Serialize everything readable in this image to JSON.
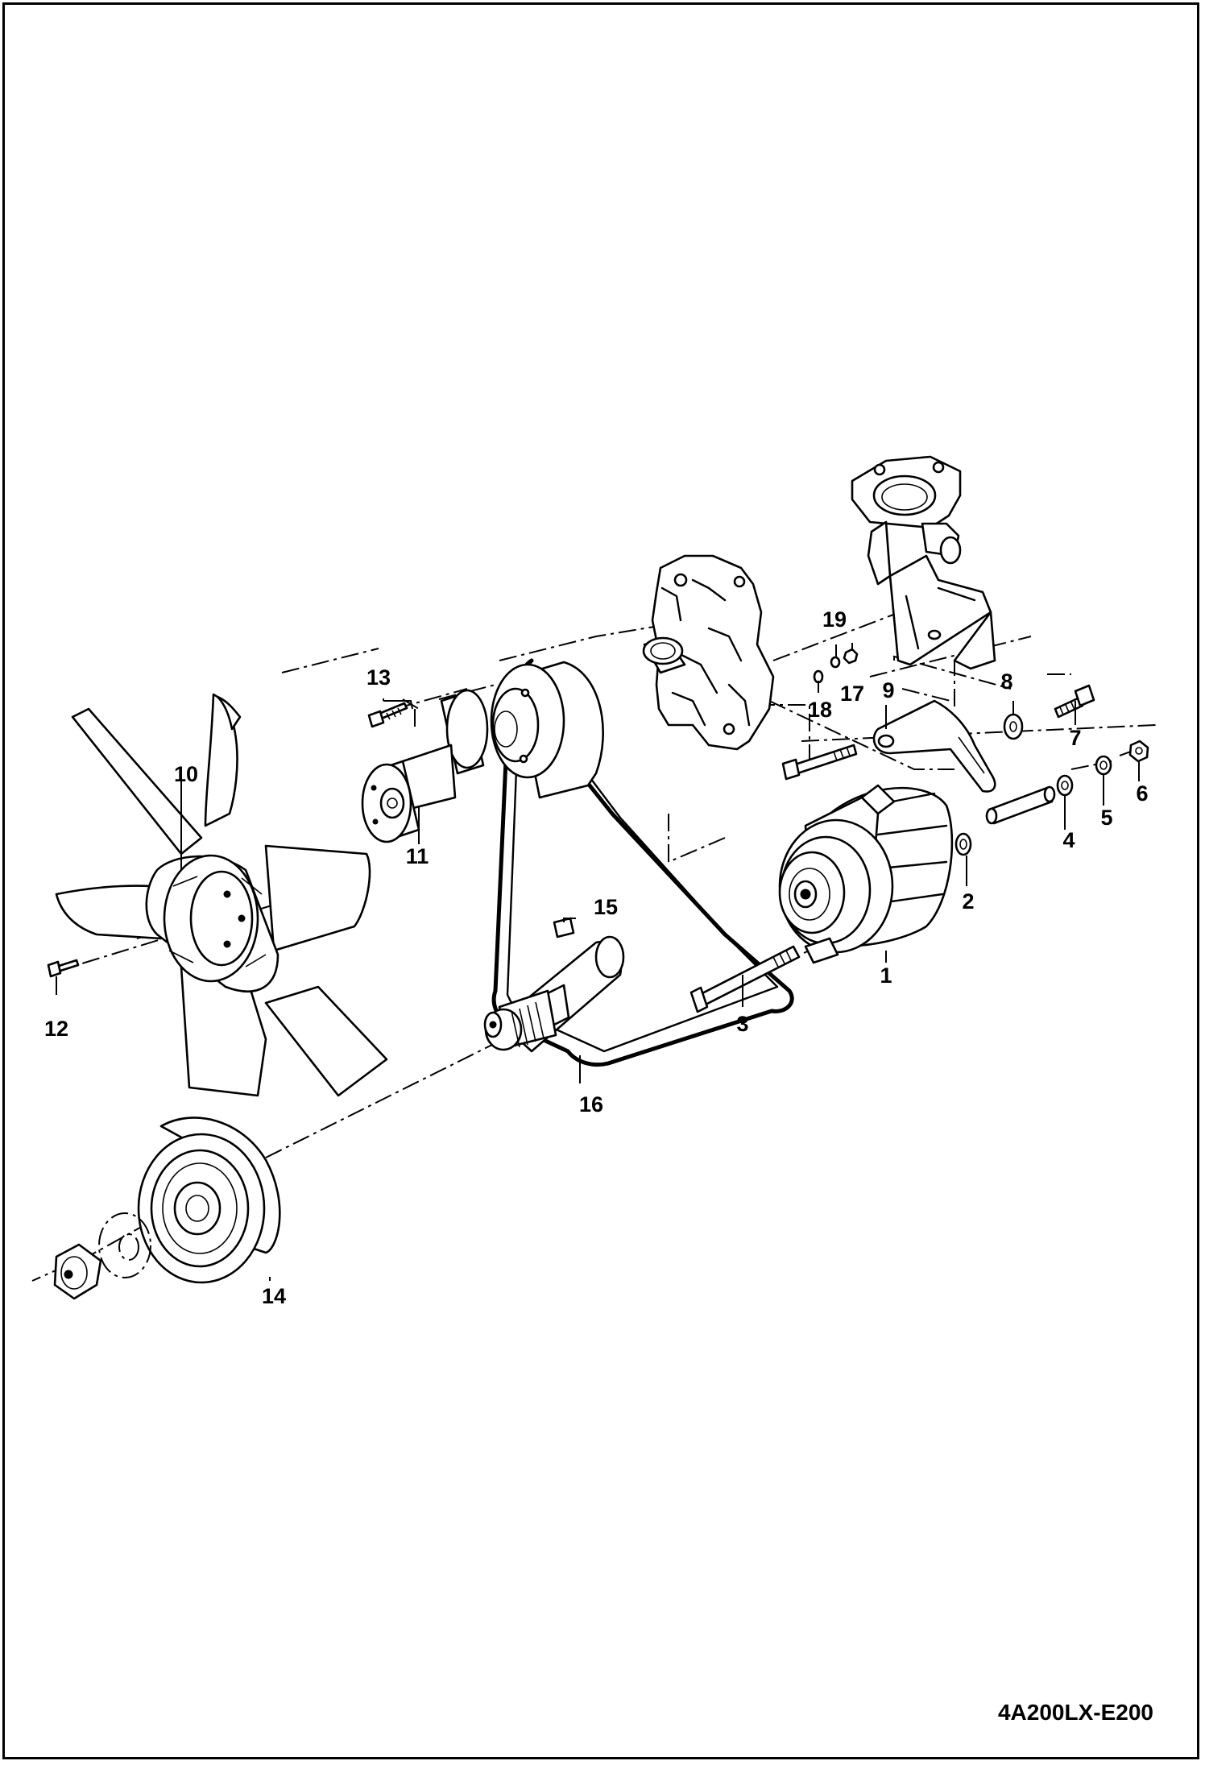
{
  "drawing_code": "4A200LX-E200",
  "callouts": [
    {
      "id": "c1",
      "text": "1"
    },
    {
      "id": "c2",
      "text": "2"
    },
    {
      "id": "c3",
      "text": "3"
    },
    {
      "id": "c4",
      "text": "4"
    },
    {
      "id": "c5",
      "text": "5"
    },
    {
      "id": "c6",
      "text": "6"
    },
    {
      "id": "c7",
      "text": "7"
    },
    {
      "id": "c8",
      "text": "8"
    },
    {
      "id": "c9",
      "text": "9"
    },
    {
      "id": "c10",
      "text": "10"
    },
    {
      "id": "c11",
      "text": "11"
    },
    {
      "id": "c12",
      "text": "12"
    },
    {
      "id": "c13",
      "text": "13"
    },
    {
      "id": "c14",
      "text": "14"
    },
    {
      "id": "c15",
      "text": "15"
    },
    {
      "id": "c16",
      "text": "16"
    },
    {
      "id": "c17",
      "text": "17"
    },
    {
      "id": "c18",
      "text": "18"
    },
    {
      "id": "c19",
      "text": "19"
    }
  ]
}
